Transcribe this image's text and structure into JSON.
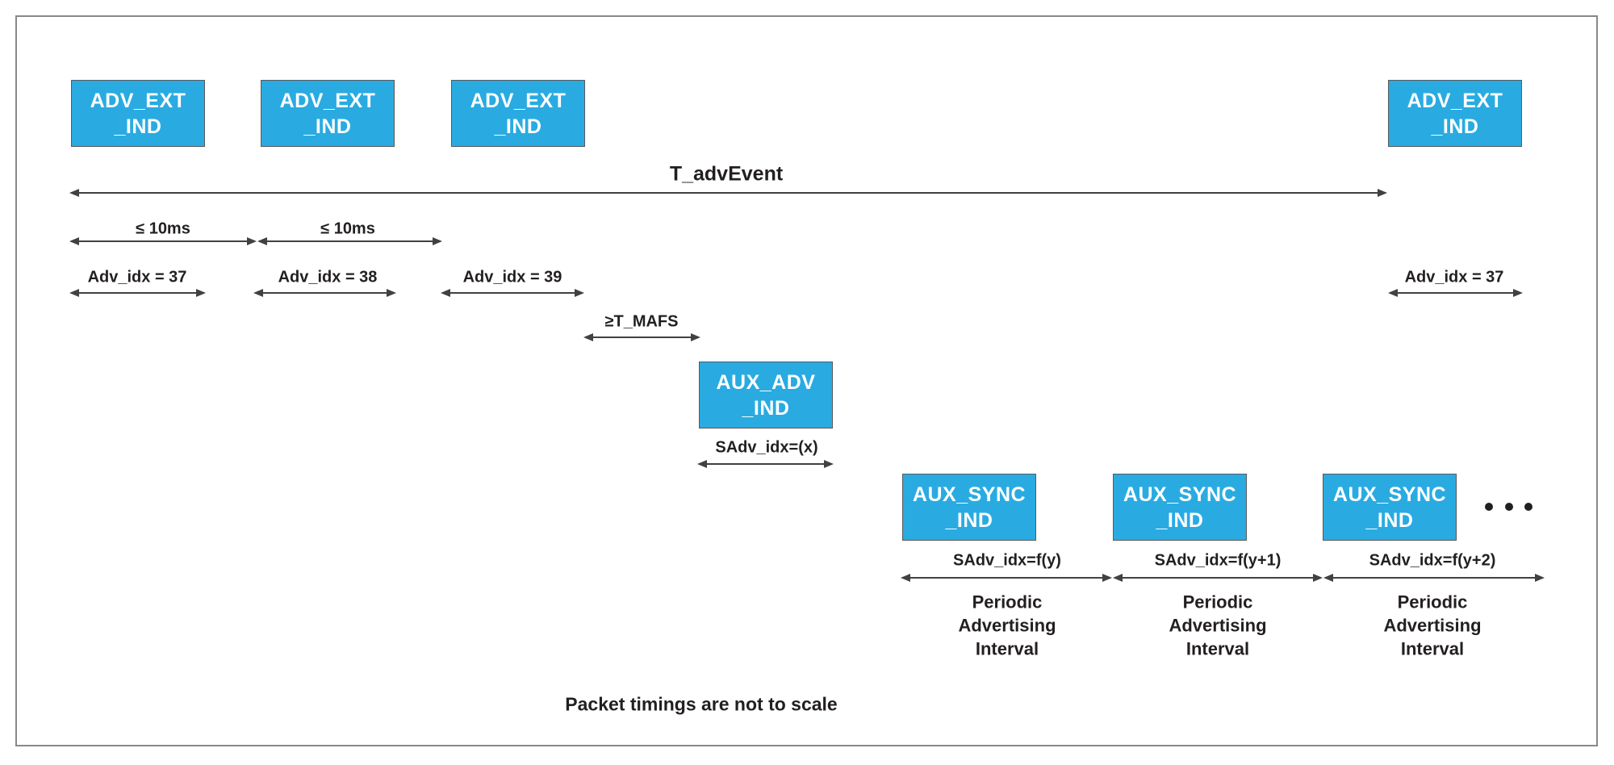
{
  "diagram": {
    "colors": {
      "packet_fill": "#29ABE2",
      "packet_border": "#58595B",
      "arrow": "#414042",
      "text": "#231F20",
      "frame_border": "#87888A",
      "background": "#FFFFFF"
    },
    "adv_ext_boxes": [
      {
        "label": "ADV_EXT\n_IND",
        "adv_idx": "Adv_idx = 37"
      },
      {
        "label": "ADV_EXT\n_IND",
        "adv_idx": "Adv_idx = 38"
      },
      {
        "label": "ADV_EXT\n_IND",
        "adv_idx": "Adv_idx = 39"
      },
      {
        "label": "ADV_EXT\n_IND",
        "adv_idx": "Adv_idx = 37"
      }
    ],
    "t_adv_event_label": "T_advEvent",
    "interval_10ms_labels": [
      "≤ 10ms",
      "≤ 10ms"
    ],
    "t_mafs_label": "≥T_MAFS",
    "aux_adv_box": {
      "label": "AUX_ADV\n_IND",
      "sadv_idx": "SAdv_idx=(x)"
    },
    "aux_sync_boxes": [
      {
        "label": "AUX_SYNC\n_IND",
        "sadv_idx": "SAdv_idx=f(y)",
        "interval": "Periodic\nAdvertising\nInterval"
      },
      {
        "label": "AUX_SYNC\n_IND",
        "sadv_idx": "SAdv_idx=f(y+1)",
        "interval": "Periodic\nAdvertising\nInterval"
      },
      {
        "label": "AUX_SYNC\n_IND",
        "sadv_idx": "SAdv_idx=f(y+2)",
        "interval": "Periodic\nAdvertising\nInterval"
      }
    ],
    "footnote": "Packet timings are not to scale"
  }
}
